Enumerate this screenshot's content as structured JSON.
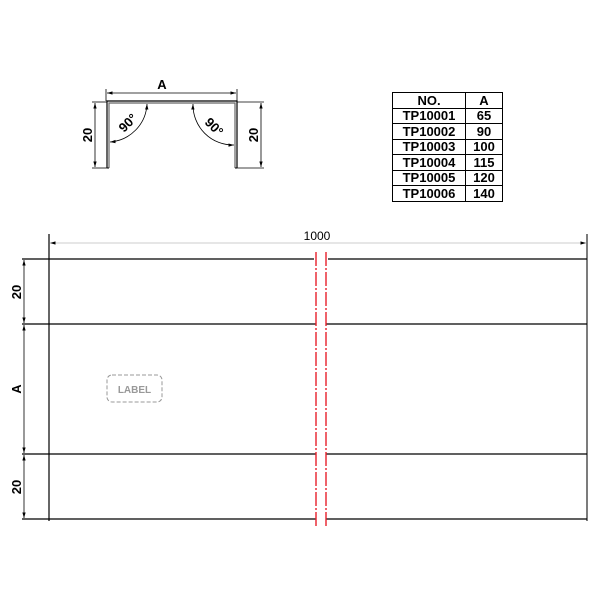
{
  "profile": {
    "width_label": "A",
    "left_height_label": "20",
    "right_height_label": "20",
    "left_angle_label": "90°",
    "right_angle_label": "90°"
  },
  "spec_table": {
    "headers": [
      "NO.",
      "A"
    ],
    "rows": [
      {
        "no": "TP10001",
        "a": "65"
      },
      {
        "no": "TP10002",
        "a": "90"
      },
      {
        "no": "TP10003",
        "a": "100"
      },
      {
        "no": "TP10004",
        "a": "115"
      },
      {
        "no": "TP10005",
        "a": "120"
      },
      {
        "no": "TP10006",
        "a": "140"
      }
    ]
  },
  "flat_pattern": {
    "length_label": "1000",
    "top_flange_label": "20",
    "middle_label": "A",
    "bottom_flange_label": "20",
    "label_tag": "LABEL",
    "break_line_color": "#e8202a"
  }
}
